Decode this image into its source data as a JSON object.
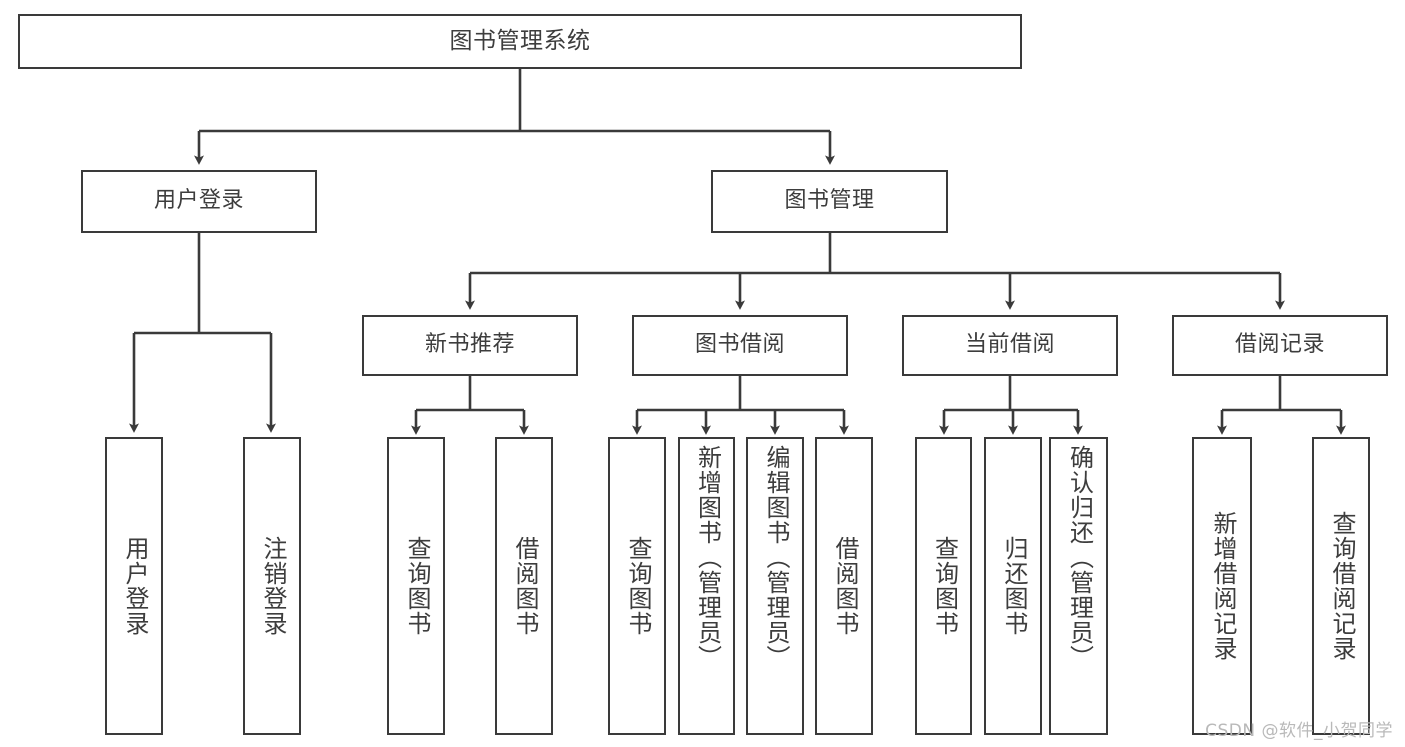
{
  "diagram": {
    "type": "tree",
    "title": "图书管理系统",
    "background_color": "#ffffff",
    "box_border_color": "#3a3a3a",
    "text_color": "#3d3d3d",
    "root": {
      "label": "图书管理系统"
    },
    "level2": [
      {
        "label": "用户登录"
      },
      {
        "label": "图书管理"
      }
    ],
    "level3": [
      {
        "label": "新书推荐"
      },
      {
        "label": "图书借阅"
      },
      {
        "label": "当前借阅"
      },
      {
        "label": "借阅记录"
      }
    ],
    "leaves_user_login": [
      {
        "label": "用户登录"
      },
      {
        "label": "注销登录"
      }
    ],
    "leaves_new_book": [
      {
        "label": "查询图书"
      },
      {
        "label": "借阅图书"
      }
    ],
    "leaves_borrow": [
      {
        "label": "查询图书"
      },
      {
        "label": "新增图书（管理员）"
      },
      {
        "label": "编辑图书（管理员）"
      },
      {
        "label": "借阅图书"
      }
    ],
    "leaves_current": [
      {
        "label": "查询图书"
      },
      {
        "label": "归还图书"
      },
      {
        "label": "确认归还（管理员）"
      }
    ],
    "leaves_records": [
      {
        "label": "新增借阅记录"
      },
      {
        "label": "查询借阅记录"
      }
    ]
  },
  "watermark": {
    "text": "CSDN @软件_小贺同学"
  }
}
